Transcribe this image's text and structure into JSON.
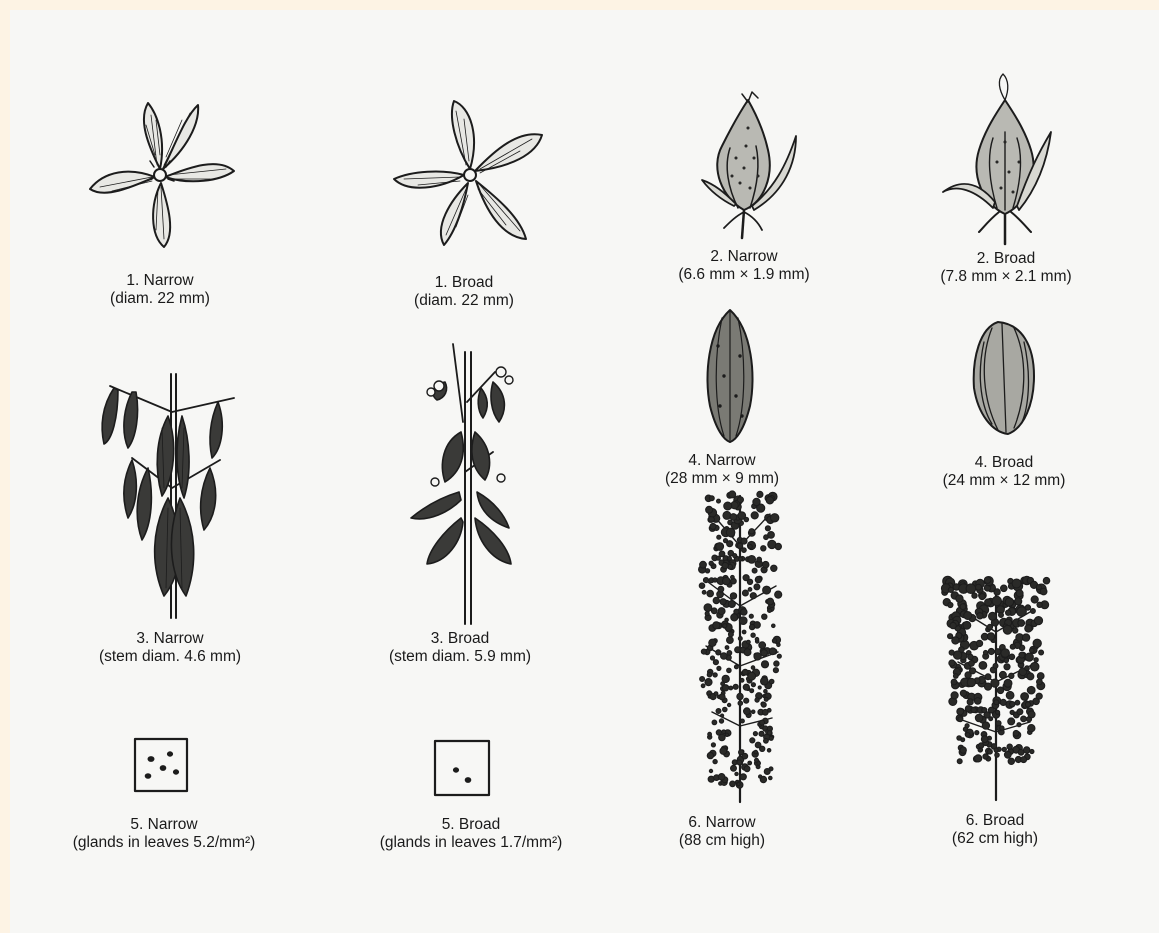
{
  "panel_frame_color": "#fdf3e4",
  "paper_color": "#f7f7f5",
  "ink_color": "#1c1c1c",
  "captions": {
    "p1_narrow": {
      "title": "1. Narrow",
      "detail": "(diam. 22 mm)"
    },
    "p1_broad": {
      "title": "1. Broad",
      "detail": "(diam. 22 mm)"
    },
    "p2_narrow": {
      "title": "2. Narrow",
      "detail": "(6.6 mm × 1.9 mm)"
    },
    "p2_broad": {
      "title": "2. Broad",
      "detail": "(7.8 mm × 2.1 mm)"
    },
    "p3_narrow": {
      "title": "3. Narrow",
      "detail": "(stem diam. 4.6 mm)"
    },
    "p3_broad": {
      "title": "3. Broad",
      "detail": "(stem diam. 5.9 mm)"
    },
    "p4_narrow": {
      "title": "4. Narrow",
      "detail": "(28 mm × 9 mm)"
    },
    "p4_broad": {
      "title": "4. Broad",
      "detail": "(24 mm × 12 mm)"
    },
    "p5_narrow": {
      "title": "5. Narrow",
      "detail": "(glands in leaves 5.2/mm²)"
    },
    "p5_broad": {
      "title": "5. Broad",
      "detail": "(glands in leaves 1.7/mm²)"
    },
    "p6_narrow": {
      "title": "6. Narrow",
      "detail": "(88 cm high)"
    },
    "p6_broad": {
      "title": "6. Broad",
      "detail": "(62 cm high)"
    }
  },
  "illustrations": {
    "p1_narrow": "flower-illustration",
    "p1_broad": "flower-illustration",
    "p2_narrow": "flower-bud-illustration",
    "p2_broad": "flower-bud-illustration",
    "p3_narrow": "stem-with-leaves-illustration",
    "p3_broad": "stem-with-leaves-illustration",
    "p4_narrow": "leaf-illustration",
    "p4_broad": "leaf-illustration",
    "p5_narrow": "gland-density-square-illustration",
    "p5_broad": "gland-density-square-illustration",
    "p6_narrow": "plant-habit-illustration",
    "p6_broad": "plant-habit-illustration"
  },
  "gland_counts": {
    "p5_narrow": 5,
    "p5_broad": 2
  }
}
